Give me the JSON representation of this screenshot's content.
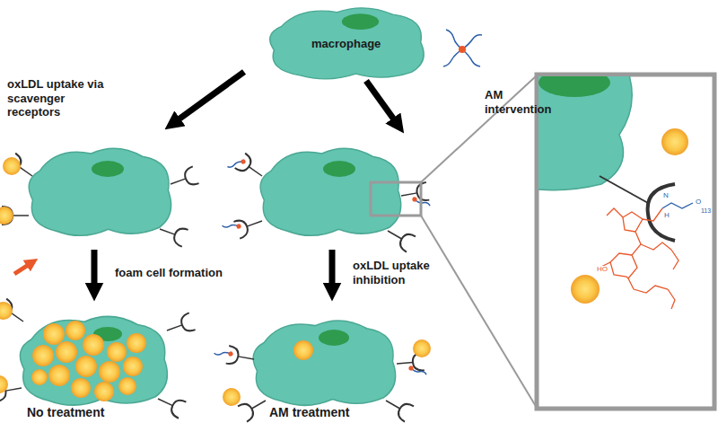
{
  "diagram": {
    "nodes": [
      {
        "text": [
          "macrophage"
        ]
      }
    ],
    "labels": [
      "oxLDL uptake via scavenger receptors",
      "AM intervention",
      "foam cell formation",
      "oxLDL uptake inhibition",
      "No treatment",
      "AM treatment",
      "HO",
      "N",
      "H",
      "O",
      "113"
    ]
  }
}
